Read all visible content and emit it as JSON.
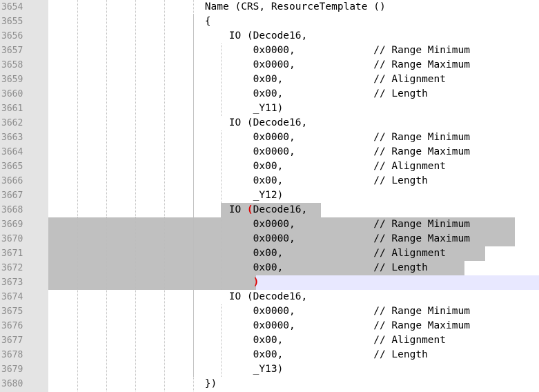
{
  "editor": {
    "colors": {
      "gutter_bg": "#e4e4e4",
      "line_number": "#8a8a8a",
      "selection": "#c0c0c0",
      "current_line": "#e8e8ff",
      "brace_match": "#e00000"
    },
    "lines": [
      {
        "num": "3654",
        "text": "                                  Name (CRS, ResourceTemplate ()"
      },
      {
        "num": "3655",
        "text": "                                  {"
      },
      {
        "num": "3656",
        "text": "                                      IO (Decode16,"
      },
      {
        "num": "3657",
        "text": "                                          0x0000,             // Range Minimum"
      },
      {
        "num": "3658",
        "text": "                                          0x0000,             // Range Maximum"
      },
      {
        "num": "3659",
        "text": "                                          0x00,               // Alignment"
      },
      {
        "num": "3660",
        "text": "                                          0x00,               // Length"
      },
      {
        "num": "3661",
        "text": "                                          _Y11)"
      },
      {
        "num": "3662",
        "text": "                                      IO (Decode16,"
      },
      {
        "num": "3663",
        "text": "                                          0x0000,             // Range Minimum"
      },
      {
        "num": "3664",
        "text": "                                          0x0000,             // Range Maximum"
      },
      {
        "num": "3665",
        "text": "                                          0x00,               // Alignment"
      },
      {
        "num": "3666",
        "text": "                                          0x00,               // Length"
      },
      {
        "num": "3667",
        "text": "                                          _Y12)"
      },
      {
        "num": "3668",
        "text": "                                      IO (Decode16,"
      },
      {
        "num": "3669",
        "text": "                                          0x0000,             // Range Minimum"
      },
      {
        "num": "3670",
        "text": "                                          0x0000,             // Range Maximum"
      },
      {
        "num": "3671",
        "text": "                                          0x00,               // Alignment"
      },
      {
        "num": "3672",
        "text": "                                          0x00,               // Length"
      },
      {
        "num": "3673",
        "text": "                                          )"
      },
      {
        "num": "3674",
        "text": "                                      IO (Decode16,"
      },
      {
        "num": "3675",
        "text": "                                          0x0000,             // Range Minimum"
      },
      {
        "num": "3676",
        "text": "                                          0x0000,             // Range Maximum"
      },
      {
        "num": "3677",
        "text": "                                          0x00,               // Alignment"
      },
      {
        "num": "3678",
        "text": "                                          0x00,               // Length"
      },
      {
        "num": "3679",
        "text": "                                          _Y13)"
      },
      {
        "num": "3680",
        "text": "                                  })"
      }
    ]
  }
}
